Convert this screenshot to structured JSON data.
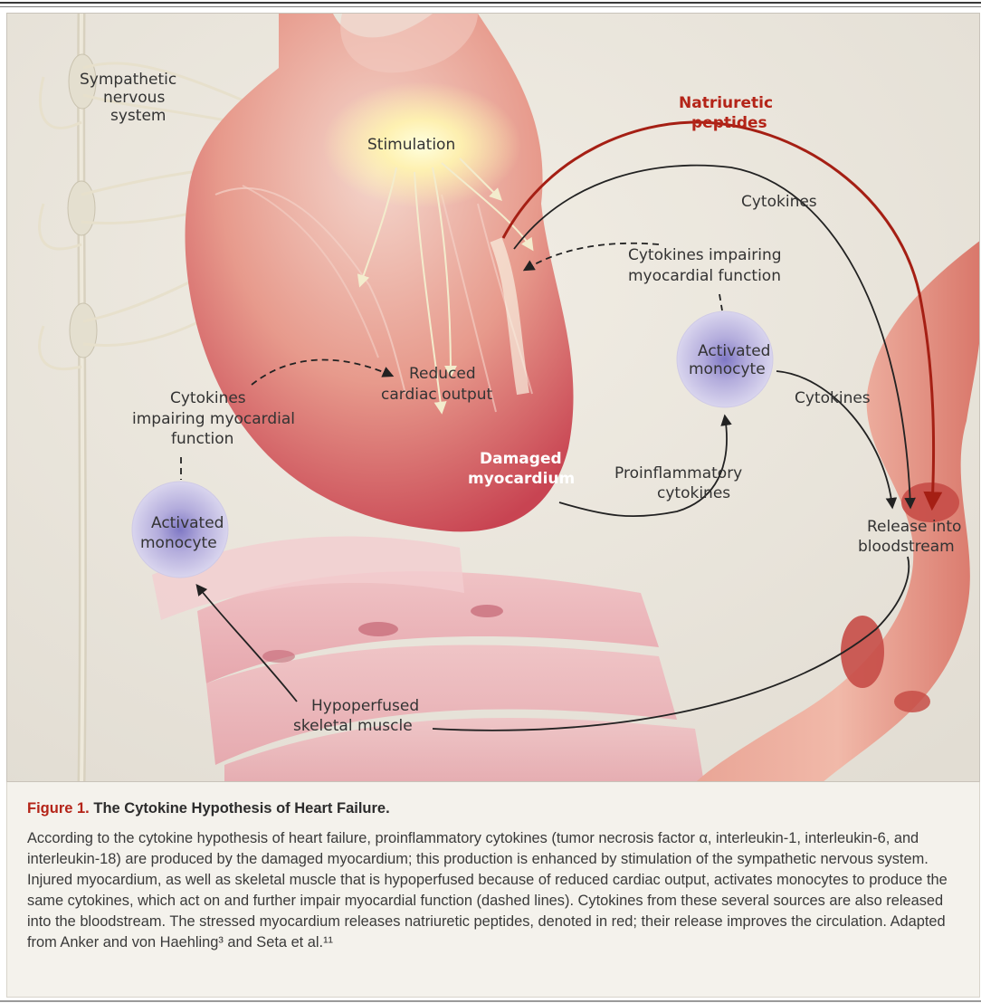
{
  "figure": {
    "labels": {
      "sympathetic": [
        "Sympathetic",
        "nervous",
        "system"
      ],
      "stimulation": "Stimulation",
      "natriuretic": [
        "Natriuretic",
        "peptides"
      ],
      "cytokines_top": "Cytokines",
      "cytokines_impairing_right": [
        "Cytokines impairing",
        "myocardial function"
      ],
      "activated_monocyte_right": [
        "Activated",
        "monocyte"
      ],
      "cytokines_mid_right": "Cytokines",
      "reduced_output": [
        "Reduced",
        "cardiac output"
      ],
      "cytokines_impairing_left": [
        "Cytokines",
        "impairing myocardial",
        "function"
      ],
      "damaged_myocardium": [
        "Damaged",
        "myocardium"
      ],
      "proinflammatory": [
        "Proinflammatory",
        "cytokines"
      ],
      "release": [
        "Release into",
        "bloodstream"
      ],
      "activated_monocyte_left": [
        "Activated",
        "monocyte"
      ],
      "hypoperfused": [
        "Hypoperfused",
        "skeletal muscle"
      ]
    }
  },
  "caption": {
    "figure_number": "Figure 1.",
    "title": "The Cytokine Hypothesis of Heart Failure.",
    "body": "According to the cytokine hypothesis of heart failure, proinflammatory cytokines (tumor necrosis factor α, interleukin-1, interleukin-6, and interleukin-18) are produced by the damaged myocardium; this production is enhanced by stimulation of the sympathetic nervous system. Injured myocardium, as well as skeletal muscle that is hypoperfused because of reduced cardiac output, activates monocytes to produce the same cytokines, which act on and further impair myocardial function (dashed lines). Cytokines from these several sources are also released into the bloodstream. The stressed myocardium releases natriuretic peptides, denoted in red; their release improves the circulation. Adapted from Anker and von Haehling³ and Seta et al.¹¹"
  },
  "colors": {
    "accent_red": "#b42418",
    "panel_bg": "#ece8df",
    "heart": "#e59a8e",
    "monocyte": "#b7aed8"
  }
}
